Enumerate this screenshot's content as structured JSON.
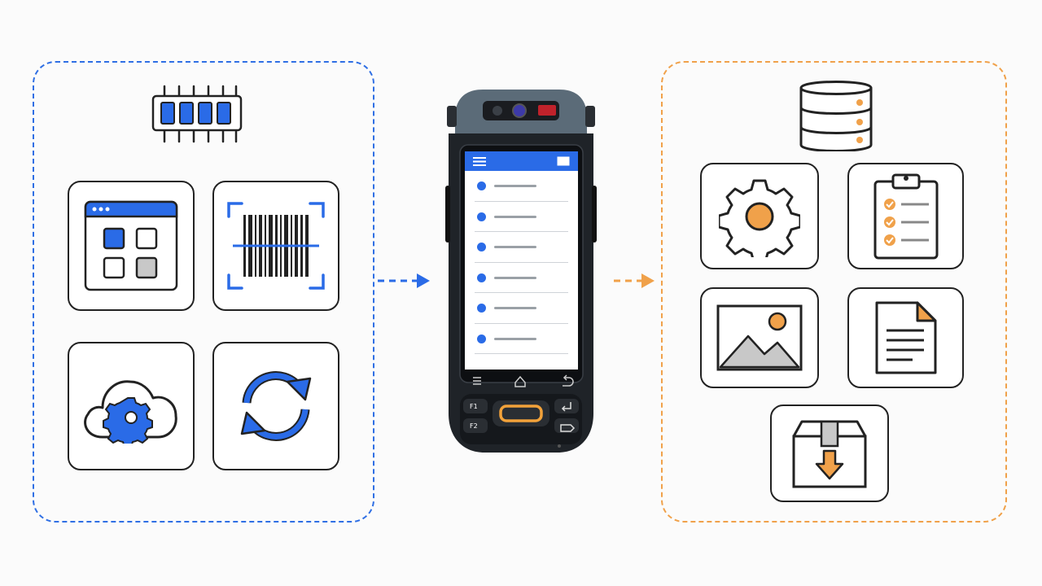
{
  "device": {
    "keys": {
      "f1": "F1",
      "f2": "F2"
    },
    "screen_rows": 6
  },
  "colors": {
    "accent_blue": "#2a6be7",
    "accent_orange": "#f0a14a",
    "outline": "#222222",
    "device_body": "#1f2328",
    "device_cap": "#5b6b78"
  },
  "icons": {
    "left": [
      "memory-chip-icon",
      "app-grid-window-icon",
      "barcode-scan-icon",
      "cloud-settings-icon",
      "sync-icon"
    ],
    "right": [
      "database-icon",
      "gear-icon",
      "checklist-clipboard-icon",
      "image-icon",
      "document-icon",
      "package-download-icon"
    ]
  }
}
